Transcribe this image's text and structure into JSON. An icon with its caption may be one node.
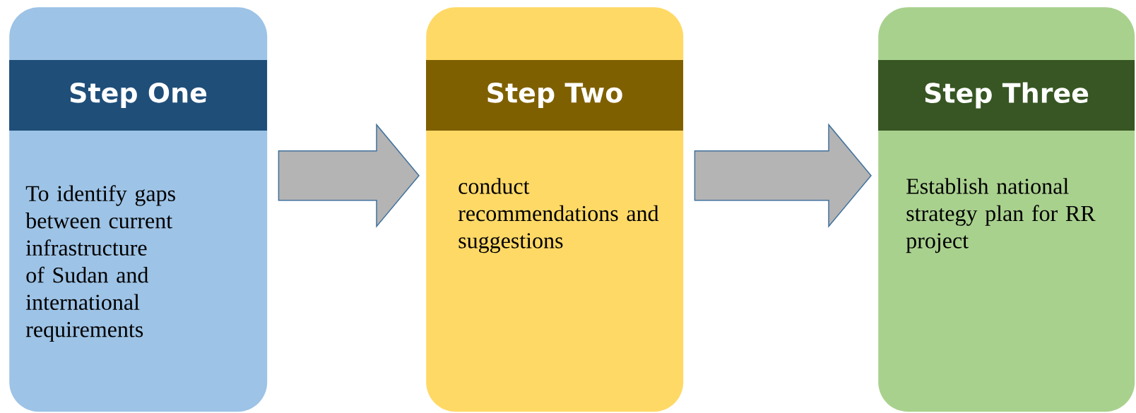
{
  "diagram": {
    "nodes": [
      {
        "text": [
          "Step One",
          "To identify gaps between current infrastructure of Sudan and international requirements"
        ]
      },
      {
        "text": [
          "Step Two",
          "conduct recommendations and suggestions"
        ]
      },
      {
        "text": [
          "Step Three",
          "Establish national strategy plan for RR project"
        ]
      }
    ],
    "edges": [
      {
        "from": 0,
        "to": 1,
        "arrow": "to"
      },
      {
        "from": 1,
        "to": 2,
        "arrow": "to"
      }
    ]
  }
}
